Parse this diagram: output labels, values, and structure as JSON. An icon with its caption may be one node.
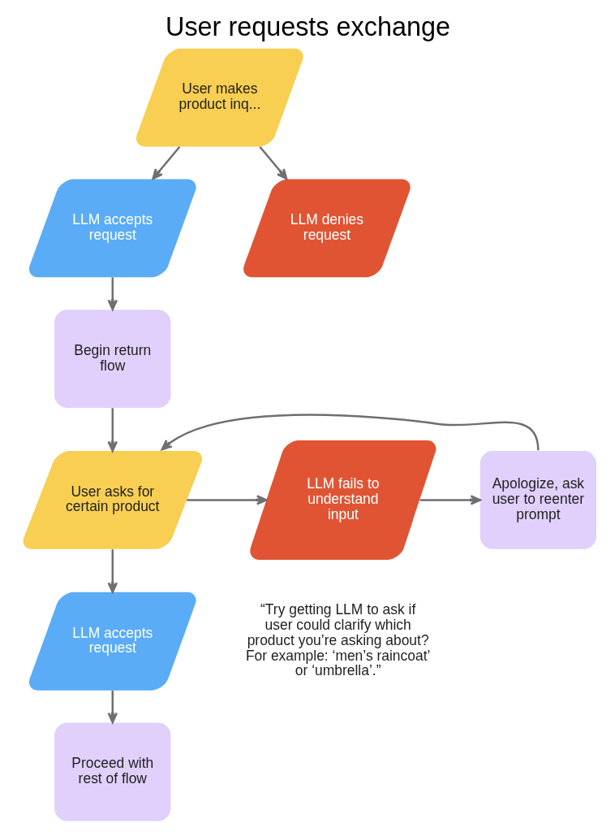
{
  "diagram": {
    "title": "User requests exchange",
    "nodes": [
      {
        "text": [
          "User makes product inq..."
        ]
      },
      {
        "text": [
          "LLM accepts request"
        ]
      },
      {
        "text": [
          "LLM denies request"
        ]
      },
      {
        "text": [
          "Begin return flow"
        ]
      },
      {
        "text": [
          "User asks for certain product"
        ]
      },
      {
        "text": [
          "LLM fails to understand input"
        ]
      },
      {
        "text": [
          "Apologize, ask user to reenter prompt"
        ]
      },
      {
        "text": [
          "LLM accepts request"
        ]
      },
      {
        "text": [
          "Proceed with rest of flow"
        ]
      }
    ],
    "edges": [
      {
        "from": 0,
        "to": 1,
        "arrow": "to"
      },
      {
        "from": 0,
        "to": 2,
        "arrow": "to"
      },
      {
        "from": 1,
        "to": 3,
        "arrow": "to"
      },
      {
        "from": 3,
        "to": 4,
        "arrow": "to"
      },
      {
        "from": 4,
        "to": 5,
        "arrow": "to"
      },
      {
        "from": 5,
        "to": 6,
        "arrow": "to"
      },
      {
        "from": 6,
        "to": 4,
        "arrow": "to"
      },
      {
        "from": 4,
        "to": 7,
        "arrow": "to"
      },
      {
        "from": 7,
        "to": 8,
        "arrow": "to"
      }
    ],
    "labels": [
      "“Try getting LLM to ask if user could clarify which product you’re asking about? For example: ‘men’s raincoat’ or ‘umbrella’.”"
    ]
  }
}
